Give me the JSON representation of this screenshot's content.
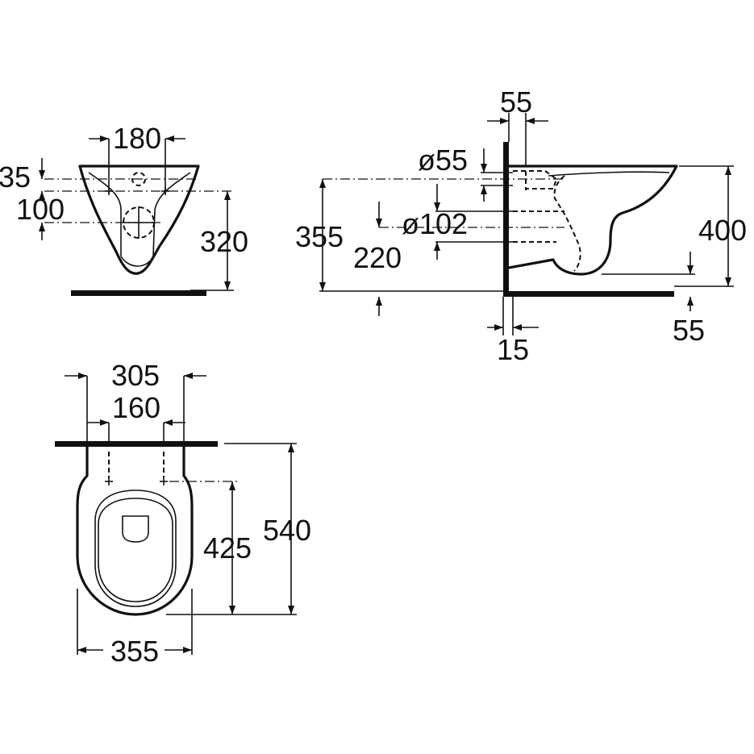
{
  "front_view": {
    "dim_width_fix": "180",
    "dim_top": "35",
    "dim_outlet": "100",
    "dim_height": "320"
  },
  "side_view": {
    "dim_wall_offset": "55",
    "dim_inlet_diameter": "ø55",
    "dim_outlet_diameter": "ø102",
    "dim_inlet_height": "355",
    "dim_outlet_height": "220",
    "dim_total_height": "400",
    "dim_bottom_offset": "55",
    "dim_wall_thickness": "15"
  },
  "top_view": {
    "dim_back_width": "305",
    "dim_fix_spacing": "160",
    "dim_depth_fix": "425",
    "dim_depth": "540",
    "dim_width": "355"
  }
}
